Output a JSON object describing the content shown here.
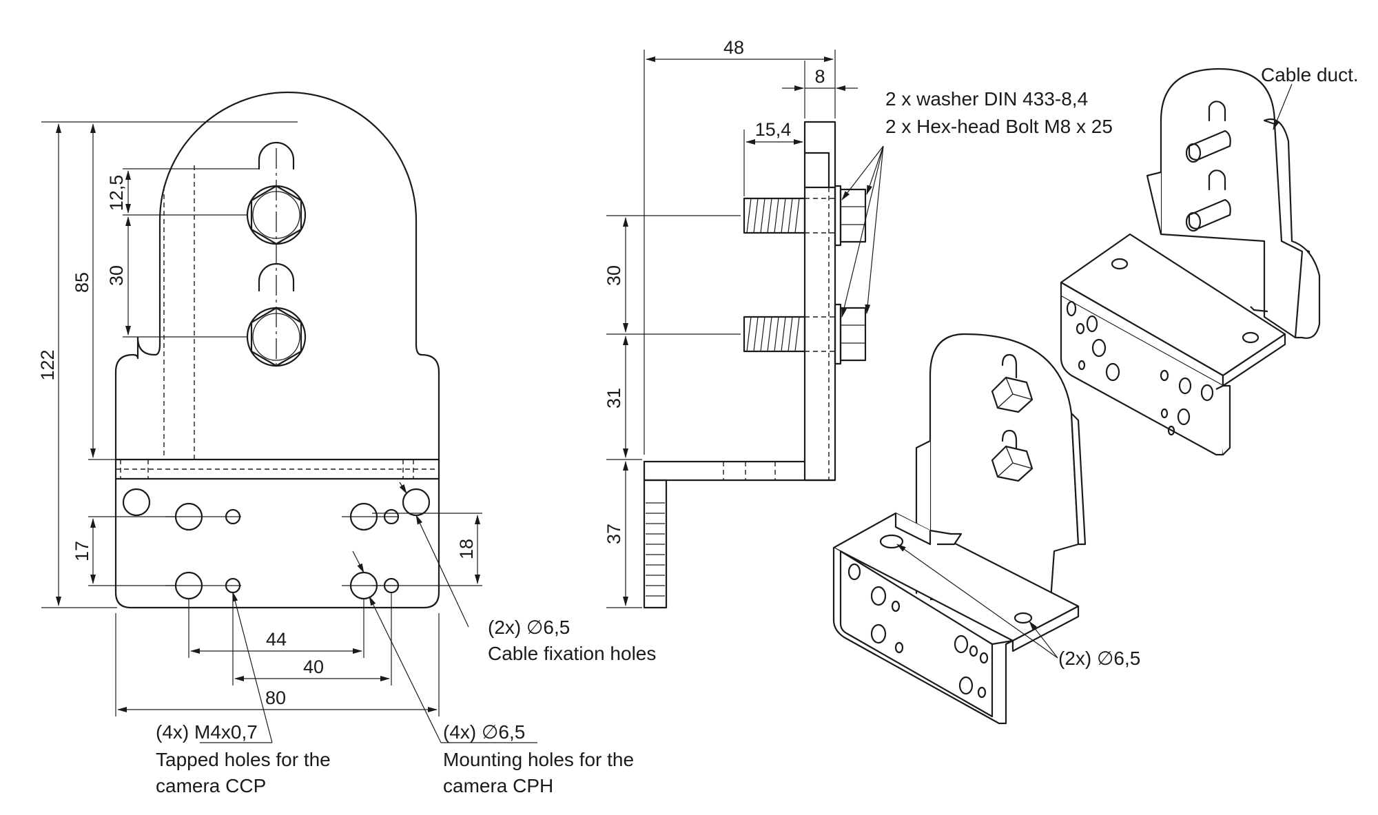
{
  "dimensions": {
    "front": {
      "overall_height": "122",
      "upper_height": "85",
      "slot_offset": "12,5",
      "bolt_spacing": "30",
      "lower_hole_spacing": "17",
      "right_hole_spacing": "18",
      "tapped_spacing": "44",
      "mount_spacing": "40",
      "base_width": "80"
    },
    "side": {
      "depth": "48",
      "plate_thickness": "8",
      "bolt_protrusion": "15,4",
      "bolt_spacing": "30",
      "lower_offset": "31",
      "base_height": "37"
    }
  },
  "notes": {
    "tapped": {
      "spec": "(4x) M4x0,7",
      "line1": "Tapped holes for the",
      "line2": "camera CCP"
    },
    "mounting": {
      "spec": "(4x) ∅6,5",
      "line1": "Mounting holes for the",
      "line2": "camera CPH"
    },
    "cable_fix": {
      "spec": "(2x) ∅6,5",
      "line1": "Cable fixation holes"
    },
    "hardware": {
      "line1": "2 x washer DIN 433-8,4",
      "line2": "2 x Hex-head Bolt M8 x 25"
    },
    "cable_duct": "Cable duct.",
    "iso_holes": "(2x) ∅6,5"
  }
}
